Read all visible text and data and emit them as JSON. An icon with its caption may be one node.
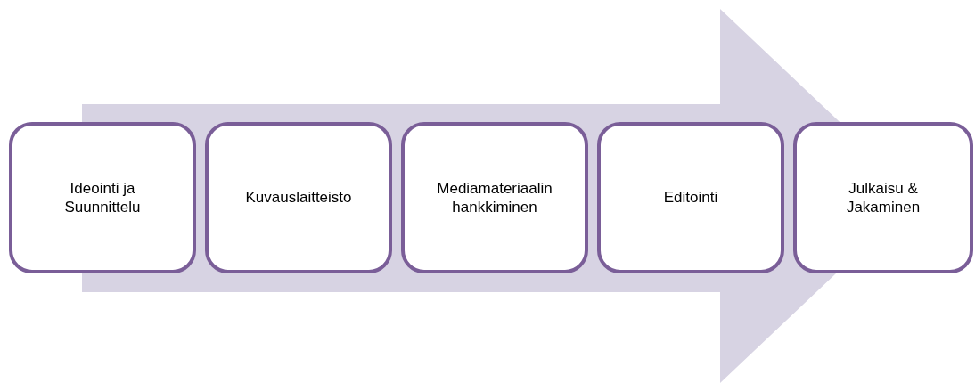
{
  "diagram": {
    "nodes": [
      {
        "text": [
          "Ideointi ja Suunnittelu"
        ]
      },
      {
        "text": [
          "Kuvauslaitteisto"
        ]
      },
      {
        "text": [
          "Mediamateriaalin hankkiminen"
        ]
      },
      {
        "text": [
          "Editointi"
        ]
      },
      {
        "text": [
          "Julkaisu & Jakaminen"
        ]
      }
    ],
    "edges": [
      {
        "from": 0,
        "to": 4,
        "arrow": "to"
      }
    ]
  }
}
